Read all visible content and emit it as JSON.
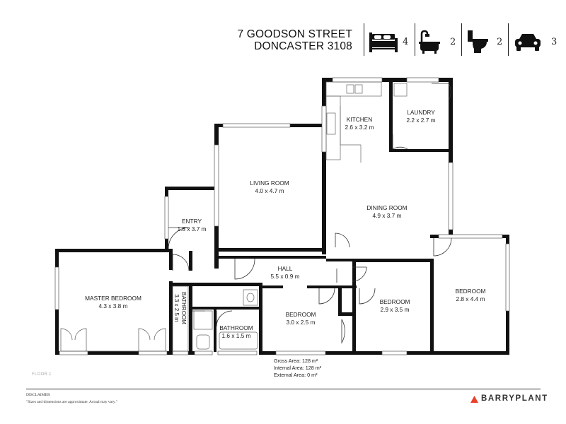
{
  "header": {
    "address_line1": "7 GOODSON STREET",
    "address_line2": "DONCASTER 3108",
    "features": [
      {
        "icon": "bed-icon",
        "count": "4"
      },
      {
        "icon": "bath-icon",
        "count": "2"
      },
      {
        "icon": "toilet-icon",
        "count": "2"
      },
      {
        "icon": "car-icon",
        "count": "3"
      }
    ]
  },
  "rooms": {
    "kitchen": {
      "name": "KITCHEN",
      "size": "2.6 x 3.2 m"
    },
    "laundry": {
      "name": "LAUNDRY",
      "size": "2.2 x 2.7 m"
    },
    "living": {
      "name": "LIVING ROOM",
      "size": "4.0 x 4.7 m"
    },
    "dining": {
      "name": "DINING ROOM",
      "size": "4.9 x 3.7 m"
    },
    "entry": {
      "name": "ENTRY",
      "size": "1.8 x 3.7 m"
    },
    "hall": {
      "name": "HALL",
      "size": "5.5 x 0.9 m"
    },
    "master": {
      "name": "MASTER BEDROOM",
      "size": "4.3 x 3.8 m"
    },
    "bathroom_small": {
      "name": "BATHROOM",
      "size": "3.3 x 2.5 m"
    },
    "bathroom": {
      "name": "BATHROOM",
      "size": "1.6 x 1.5 m"
    },
    "bedroom_a": {
      "name": "BEDROOM",
      "size": "3.0 x 2.5 m"
    },
    "bedroom_b": {
      "name": "BEDROOM",
      "size": "2.9 x 3.5 m"
    },
    "bedroom_c": {
      "name": "BEDROOM",
      "size": "2.8 x 4.4 m"
    }
  },
  "areas": {
    "gross": "Gross Area: 128 m²",
    "internal": "Internal Area: 128 m²",
    "external": "External Area: 0 m²"
  },
  "floor_label": "FLOOR 1",
  "footer": {
    "disclaimer_title": "DISCLAIMER",
    "disclaimer_text": "\"Sizes and dimensions are approximate. Actual may vary.\"",
    "brand": "BARRYPLANT",
    "brand_color": "#e8412c"
  }
}
